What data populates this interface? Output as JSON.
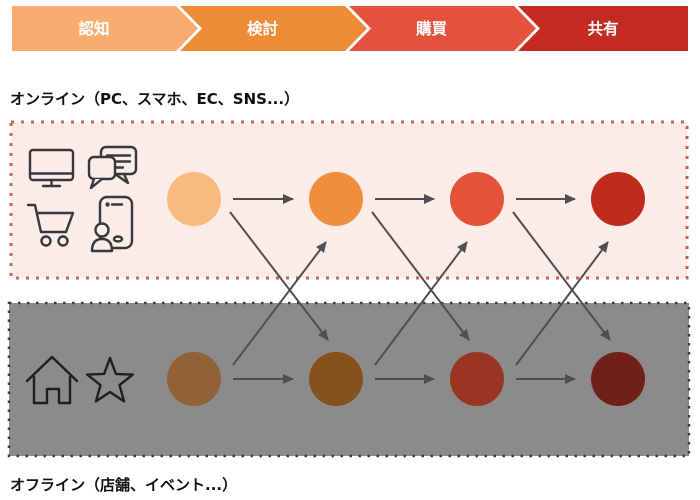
{
  "diagram_title": "customer-journey-online-offline",
  "funnel_stages": [
    {
      "label": "認知",
      "bar_color": "#F9AC6F",
      "online_circle_color": "#F9BA80",
      "offline_circle_color": "#916238"
    },
    {
      "label": "検討",
      "bar_color": "#EE8B36",
      "online_circle_color": "#EF8F3D",
      "offline_circle_color": "#86511A"
    },
    {
      "label": "購買",
      "bar_color": "#E5523B",
      "online_circle_color": "#E4523A",
      "offline_circle_color": "#9A3524"
    },
    {
      "label": "共有",
      "bar_color": "#C32B20",
      "online_circle_color": "#BF2C1E",
      "offline_circle_color": "#6F2119"
    }
  ],
  "channels": {
    "online": {
      "label": "オンライン（PC、スマホ、EC、SNS...）",
      "fill": "#FBECE7",
      "border_color": "#C7654F",
      "icons": [
        "desktop-monitor",
        "chat-bubbles",
        "shopping-cart",
        "smartphone-user"
      ]
    },
    "offline": {
      "label": "オフライン（店舗、イベント...）",
      "fill": "#8B8B8B",
      "border_color": "#3C3C3C",
      "icons": [
        "house",
        "star"
      ]
    }
  },
  "connections": [
    {
      "from": "online-0",
      "to": "online-1"
    },
    {
      "from": "online-1",
      "to": "online-2"
    },
    {
      "from": "online-2",
      "to": "online-3"
    },
    {
      "from": "offline-0",
      "to": "offline-1"
    },
    {
      "from": "offline-1",
      "to": "offline-2"
    },
    {
      "from": "offline-2",
      "to": "offline-3"
    },
    {
      "from": "online-0",
      "to": "offline-1"
    },
    {
      "from": "online-1",
      "to": "offline-2"
    },
    {
      "from": "online-2",
      "to": "offline-3"
    },
    {
      "from": "offline-0",
      "to": "online-1"
    },
    {
      "from": "offline-1",
      "to": "online-2"
    },
    {
      "from": "offline-2",
      "to": "online-3"
    }
  ],
  "style": {
    "arrow_color": "#4F4F4F",
    "stage_label_color": "#FFFFFF",
    "section_label_color": "#111111",
    "online_icon_color": "#383838",
    "offline_icon_color": "#1F1F1F"
  }
}
